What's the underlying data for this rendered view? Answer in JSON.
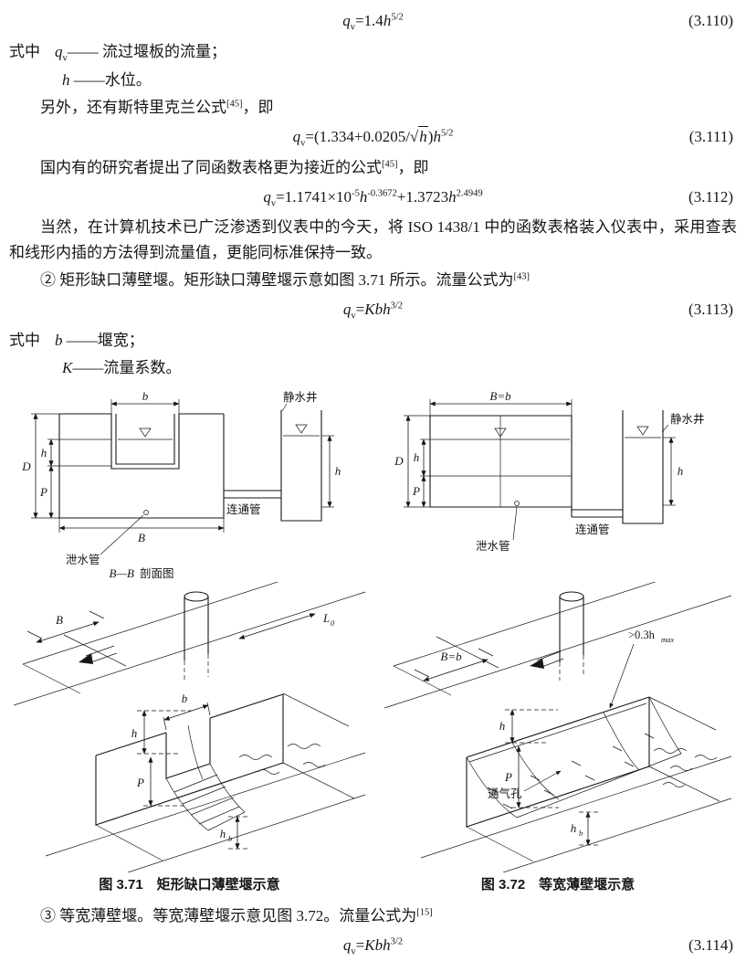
{
  "page": {
    "bg": "#ffffff",
    "ink": "#161616"
  },
  "equations": {
    "e110": {
      "lhs": "q",
      "lhs_sub": "v",
      "mid": "=1.4",
      "var": "h",
      "exp": "5/2",
      "number": "(3.110)"
    },
    "e111": {
      "lhs": "q",
      "lhs_sub": "v",
      "mid1": "=(1.334+0.0205/",
      "radical": "√",
      "radicand": "h",
      "mid2": ")",
      "var": "h",
      "exp": "5/2",
      "number": "(3.111)"
    },
    "e112": {
      "lhs": "q",
      "lhs_sub": "v",
      "p1": "=1.1741×10",
      "e1": "-5",
      "v1": "h",
      "e2": "-0.3672",
      "p2": "+1.3723",
      "v2": "h",
      "e3": "2.4949",
      "number": "(3.112)"
    },
    "e113": {
      "lhs": "q",
      "lhs_sub": "v",
      "mid": "=",
      "vars": "Kbh",
      "exp": "3/2",
      "number": "(3.113)"
    },
    "e114": {
      "lhs": "q",
      "lhs_sub": "v",
      "mid": "=",
      "vars": "Kbh",
      "exp": "3/2",
      "number": "(3.114)"
    }
  },
  "text": {
    "shizhong1": {
      "prefix": "式中",
      "var": "q",
      "var_sub": "v",
      "desc": "—— 流过堰板的流量；"
    },
    "line_h": {
      "var": "h",
      "desc": " ——水位。"
    },
    "para_sterling": {
      "pre": "另外，还有斯特里克兰公式",
      "ref": "[45]",
      "post": "，即"
    },
    "para_domestic": {
      "pre": "国内有的研究者提出了同函数表格更为接近的公式",
      "ref": "[45]",
      "post": "，即"
    },
    "para_computer": "当然，在计算机技术已广泛渗透到仪表中的今天，将 ISO 1438/1 中的函数表格装入仪表中，采用查表和线形内插的方法得到流量值，更能同标准保持一致。",
    "para_rect": {
      "pre": "② 矩形缺口薄壁堰。矩形缺口薄壁堰示意如图 3.71 所示。流量公式为",
      "ref": "[43]",
      "post": ""
    },
    "shizhong2": {
      "prefix": "式中",
      "var": "b",
      "desc": " ——堰宽；"
    },
    "line_k": {
      "var": "K",
      "desc": "——流量系数。"
    },
    "para_equal": {
      "pre": "③ 等宽薄壁堰。等宽薄壁堰示意见图 3.72。流量公式为",
      "ref": "[15]",
      "post": ""
    }
  },
  "figures": {
    "fig71_top": {
      "labels": {
        "b": "b",
        "D": "D",
        "h": "h",
        "P": "P",
        "B": "B",
        "well_h": "h",
        "stilling_well": "静水井",
        "connecting_pipe": "连通管",
        "drain_pipe": "泄水管",
        "section_italic": "B—B",
        "section_rest": "剖面图"
      }
    },
    "fig71_bottom": {
      "labels": {
        "B": "B",
        "b": "b",
        "h": "h",
        "P": "P",
        "L0_main": "L",
        "L0_sub": "0",
        "hb_main": "h",
        "hb_sub": "b"
      }
    },
    "fig72_top": {
      "labels": {
        "Bb": "B=b",
        "D": "D",
        "h": "h",
        "P": "P",
        "well_h": "h",
        "stilling_well": "静水井",
        "connecting_pipe": "连通管",
        "drain_pipe": "泄水管"
      }
    },
    "fig72_bottom": {
      "labels": {
        "Bb": "B=b",
        "hmax_main": ">0.3h",
        "hmax_sub": "max",
        "h": "h",
        "P": "P",
        "vent": "通气孔",
        "hb_main": "h",
        "hb_sub": "b"
      }
    },
    "caption71": "图 3.71　矩形缺口薄壁堰示意",
    "caption72": "图 3.72　等宽薄壁堰示意"
  }
}
